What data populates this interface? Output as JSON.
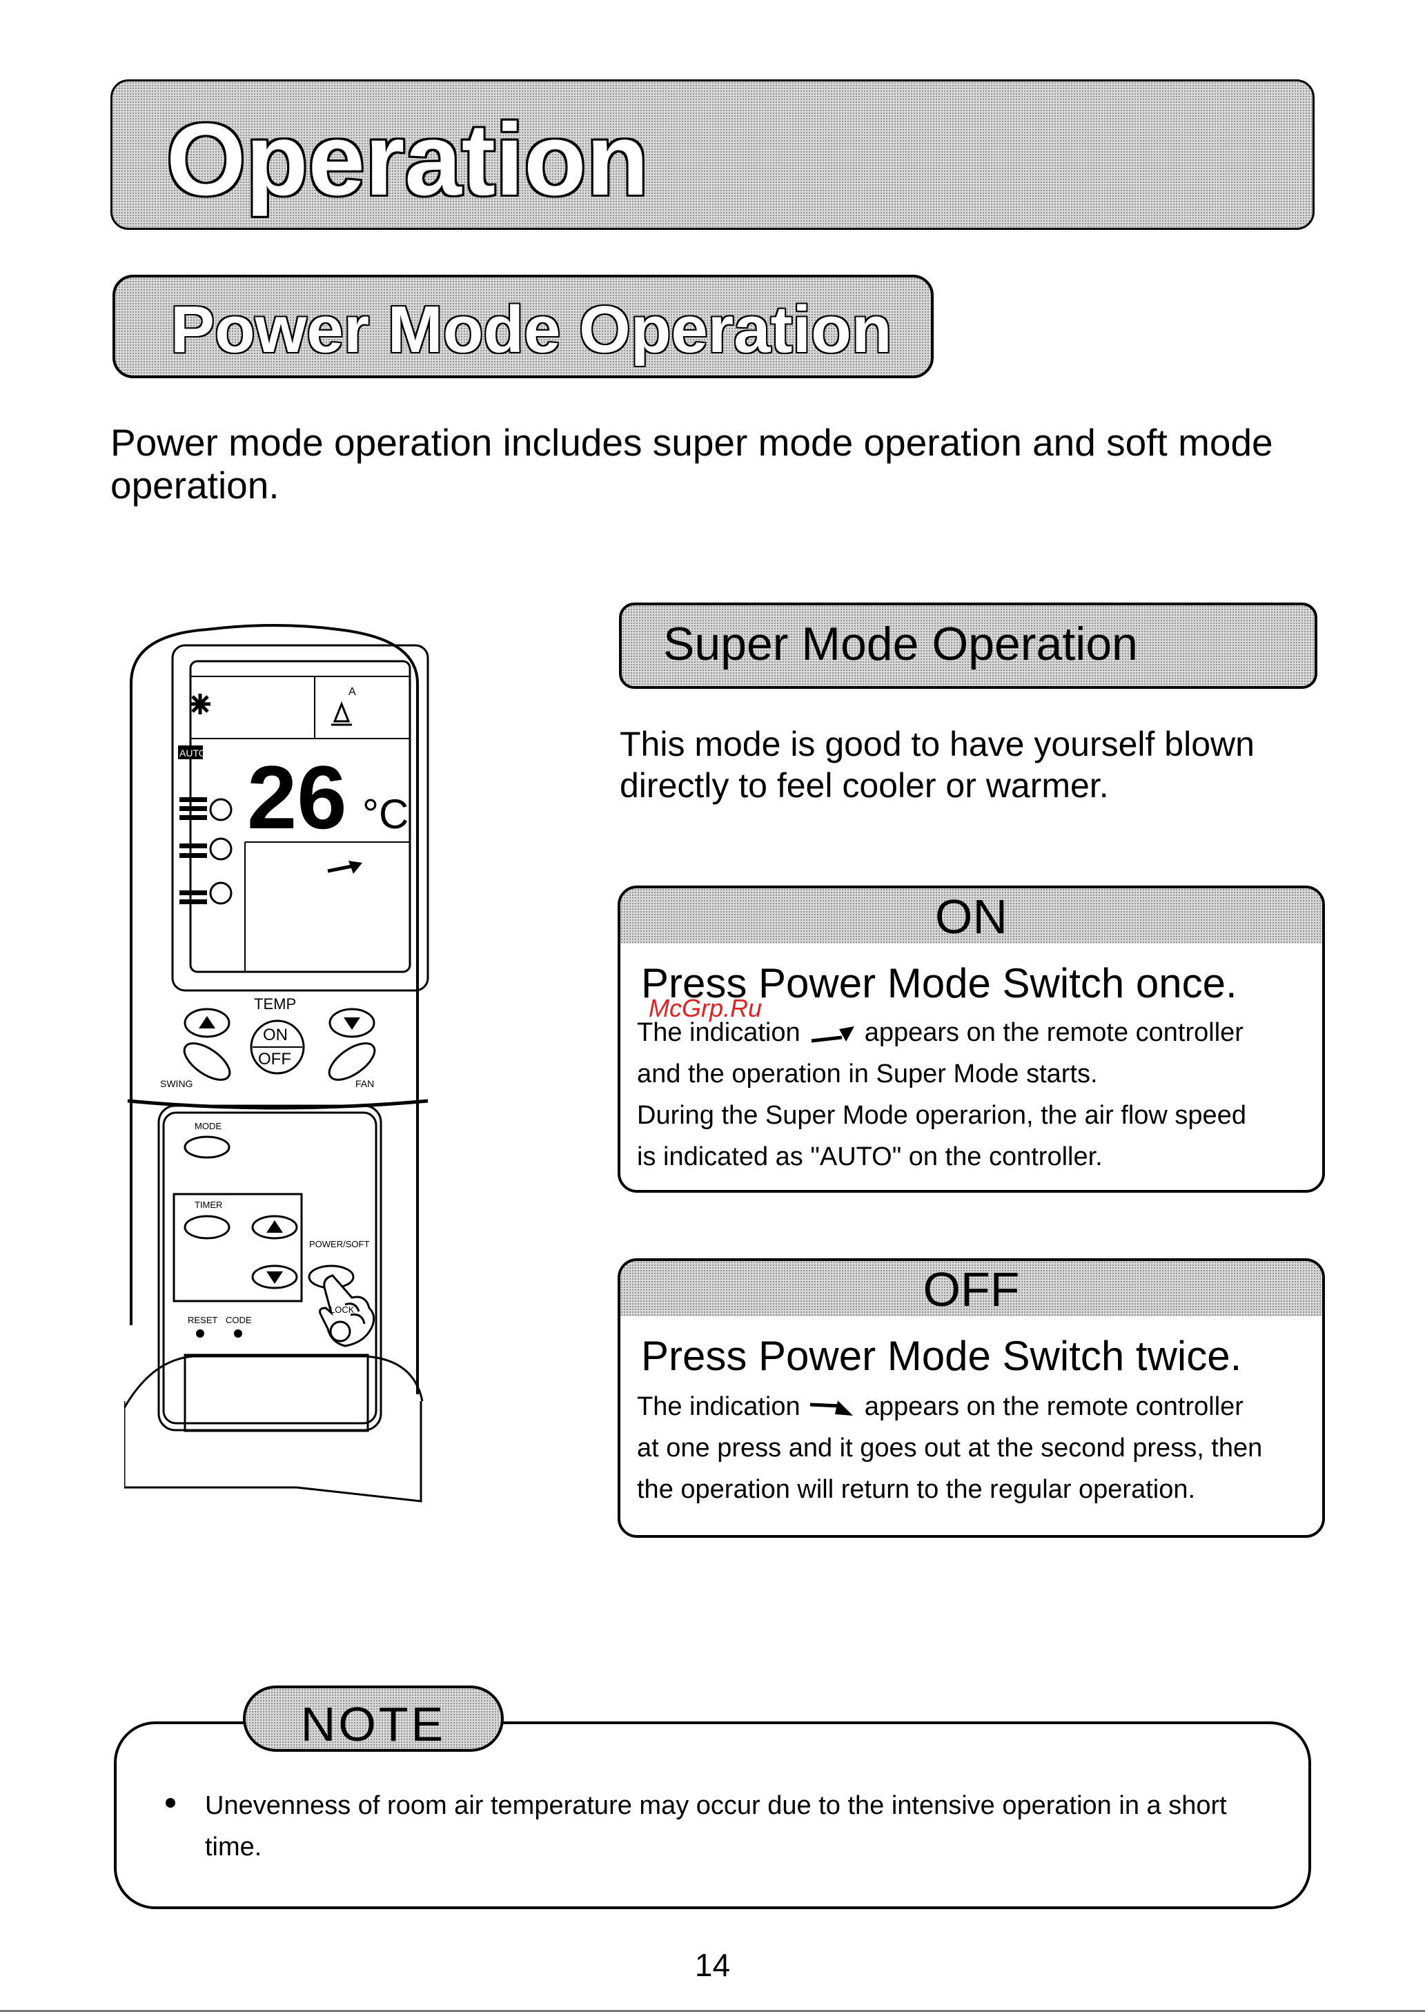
{
  "header": {
    "title": "Operation",
    "subtitle": "Power Mode Operation"
  },
  "intro": "Power mode operation includes super mode operation and soft mode operation.",
  "super_mode": {
    "title": "Super Mode Operation",
    "description": "This mode is good to have yourself blown directly to feel cooler or warmer."
  },
  "on_card": {
    "head": "ON",
    "instruction": "Press Power Mode Switch once.",
    "line1_a": "The indication",
    "line1_b": "appears on the remote controller",
    "line2": "and the operation in Super Mode starts.",
    "line3": "During the Super Mode operarion, the  air  flow  speed",
    "line4": "is indicated as \"AUTO\" on the controller."
  },
  "off_card": {
    "head": "OFF",
    "instruction": "Press Power Mode Switch twice.",
    "line1_a": "The indication",
    "line1_b": "appears on the remote controller",
    "line2": "at one press and it goes out at the second press, then",
    "line3": "the operation will return  to the regular operation."
  },
  "remote": {
    "display_temp": "26",
    "display_unit": "°C",
    "auto_badge": "AUTO",
    "auto_letter": "A",
    "temp_label": "TEMP",
    "on_label": "ON",
    "off_label": "OFF",
    "swing_label": "SWING",
    "fan_label": "FAN",
    "mode_label": "MODE",
    "timer_label": "TIMER",
    "power_soft_label": "POWER/SOFT",
    "reset_label": "RESET",
    "code_label": "CODE",
    "lock_label": "LOCK",
    "icons": [
      "snowflake-icon",
      "fan-speed-high-icon",
      "fan-speed-med-icon",
      "fan-speed-low-icon",
      "super-arrow-icon",
      "pointing-hand-icon"
    ]
  },
  "watermark": "McGrp.Ru",
  "note": {
    "label": "NOTE",
    "text": "Unevenness of room air temperature may occur due to the intensive operation in a short time."
  },
  "page_number": "14",
  "colors": {
    "dot_fill": "#d9d9d9",
    "watermark": "#e02020"
  }
}
